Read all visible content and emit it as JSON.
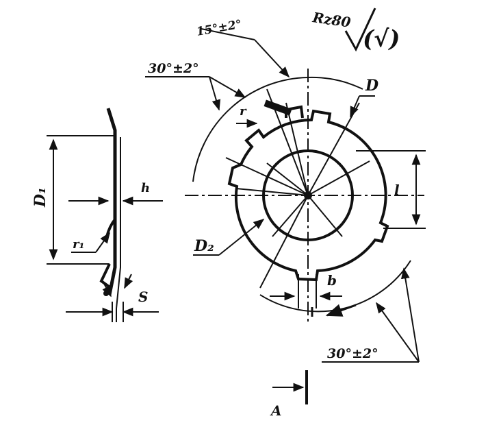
{
  "labels": {
    "roughness_sym": "Rz80",
    "roughness_check": "(√)",
    "angle_top": "15°±2°",
    "angle_left": "30°±2°",
    "angle_bottom": "30°±2°",
    "D": "D",
    "D1": "D₁",
    "D2": "D₂",
    "h": "h",
    "r": "r",
    "r1": "r₁",
    "l": "l",
    "b": "b",
    "S": "S",
    "A": "A"
  },
  "colors": {
    "ink": "#111111",
    "paper": "#ffffff"
  }
}
